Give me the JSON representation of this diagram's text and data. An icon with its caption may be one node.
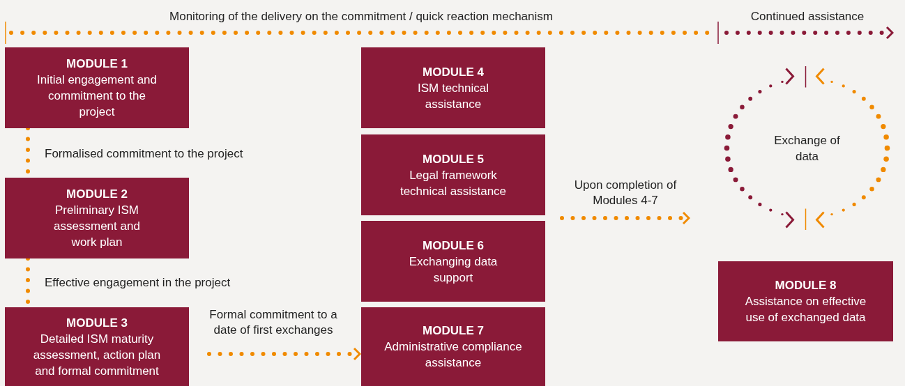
{
  "diagram": {
    "nodes": [
      {
        "text": [
          "MODULE 1",
          "Initial engagement and commitment to the project"
        ]
      },
      {
        "text": [
          "MODULE 2",
          "Preliminary ISM assessment and work plan"
        ]
      },
      {
        "text": [
          "MODULE 3",
          "Detailed ISM maturity assessment, action plan and formal commitment"
        ]
      },
      {
        "text": [
          "MODULE 4",
          "ISM technical assistance"
        ]
      },
      {
        "text": [
          "MODULE 5",
          "Legal framework technical assistance"
        ]
      },
      {
        "text": [
          "MODULE 6",
          "Exchanging data support"
        ]
      },
      {
        "text": [
          "MODULE 7",
          "Administrative compliance assistance"
        ]
      },
      {
        "text": [
          "MODULE 8",
          "Assistance on effective use of exchanged data"
        ]
      },
      {
        "text": [
          "Exchange of data"
        ]
      }
    ],
    "edges": [
      {
        "from": 0,
        "to": 1,
        "arrow": "none",
        "label": "Formalised commitment to the project"
      },
      {
        "from": 1,
        "to": 2,
        "arrow": "none",
        "label": "Effective engagement in the project"
      },
      {
        "from": 2,
        "to": 6,
        "arrow": "to",
        "label": "Formal commitment to a date of first exchanges"
      },
      {
        "from": null,
        "to": 8,
        "arrow": "to",
        "label": "Upon completion of Modules 4-7"
      }
    ],
    "labels": [
      "Monitoring of the delivery on the commitment / quick reaction mechanism",
      "Continued assistance"
    ]
  }
}
